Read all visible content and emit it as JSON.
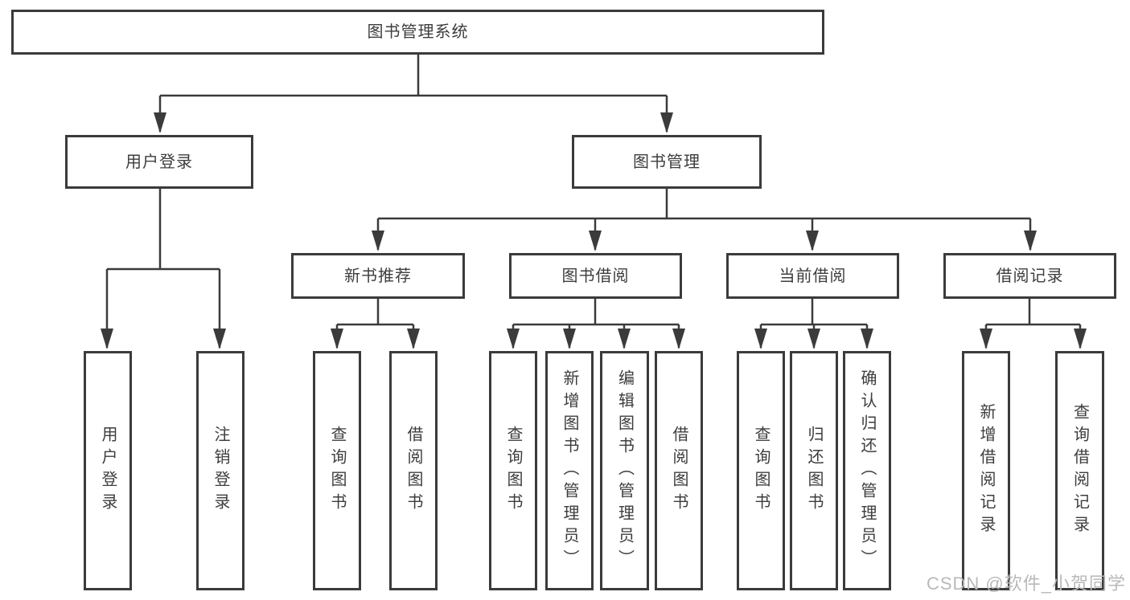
{
  "diagram": {
    "root": {
      "label": "图书管理系统"
    },
    "user_login": {
      "label": "用户登录",
      "children": [
        {
          "label": "用户登录"
        },
        {
          "label": "注销登录"
        }
      ]
    },
    "book_mgmt": {
      "label": "图书管理",
      "sections": [
        {
          "label": "新书推荐",
          "children": [
            {
              "label": "查询图书"
            },
            {
              "label": "借阅图书"
            }
          ]
        },
        {
          "label": "图书借阅",
          "children": [
            {
              "label": "查询图书"
            },
            {
              "label": "新增图书（管理员）"
            },
            {
              "label": "编辑图书（管理员）"
            },
            {
              "label": "借阅图书"
            }
          ]
        },
        {
          "label": "当前借阅",
          "children": [
            {
              "label": "查询图书"
            },
            {
              "label": "归还图书"
            },
            {
              "label": "确认归还（管理员）"
            }
          ]
        },
        {
          "label": "借阅记录",
          "children": [
            {
              "label": "新增借阅记录"
            },
            {
              "label": "查询借阅记录"
            }
          ]
        }
      ]
    }
  },
  "watermark": {
    "text": "CSDN @软件_小贺同学"
  },
  "colors": {
    "line": "#3b3b3b",
    "box_border": "#3b3b3b",
    "box_fill": "#ffffff",
    "text": "#3d3d3d",
    "watermark": "#b9b9b9",
    "background": "#ffffff"
  }
}
